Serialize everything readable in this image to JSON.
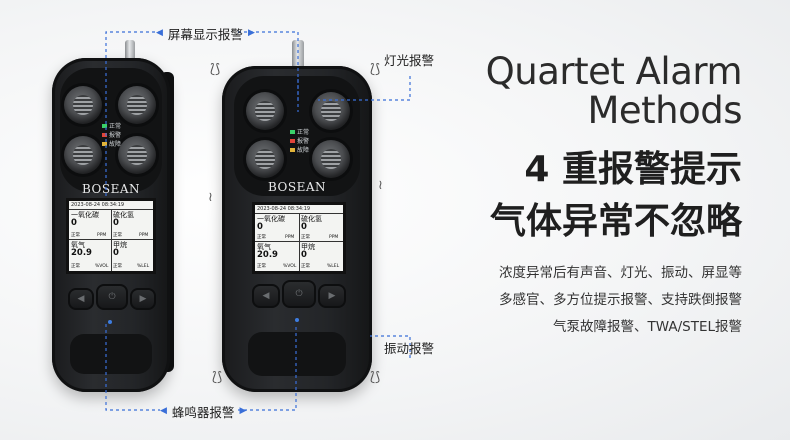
{
  "headline": {
    "en_line1": "Quartet Alarm",
    "en_line2": "Methods",
    "cn_line1": "4 重报警提示",
    "cn_line2": "气体异常不忽略"
  },
  "description": [
    "浓度异常后有声音、灯光、振动、屏显等",
    "多感官、多方位提示报警、支持跌倒报警",
    "气泵故障报警、TWA/STEL报警"
  ],
  "callouts": {
    "screen": "屏幕显示报警",
    "light": "灯光报警",
    "vibration": "振动报警",
    "buzzer": "蜂鸣器报警"
  },
  "colors": {
    "accent": "#3a6fd8",
    "device_body": "#222427"
  },
  "device": {
    "brand": "BOSEAN",
    "leds": [
      "正常",
      "报警",
      "故障"
    ],
    "screen": {
      "datetime": "2023-08-24 08:34:19",
      "cells": [
        {
          "name": "一氧化碳",
          "value": "0",
          "state": "正常",
          "unit": "PPM"
        },
        {
          "name": "硫化氢",
          "value": "0",
          "state": "正常",
          "unit": "PPM"
        },
        {
          "name": "氧气",
          "value": "20.9",
          "state": "正常",
          "unit": "%VOL"
        },
        {
          "name": "甲烷",
          "value": "0",
          "state": "正常",
          "unit": "%LEL"
        }
      ]
    }
  }
}
